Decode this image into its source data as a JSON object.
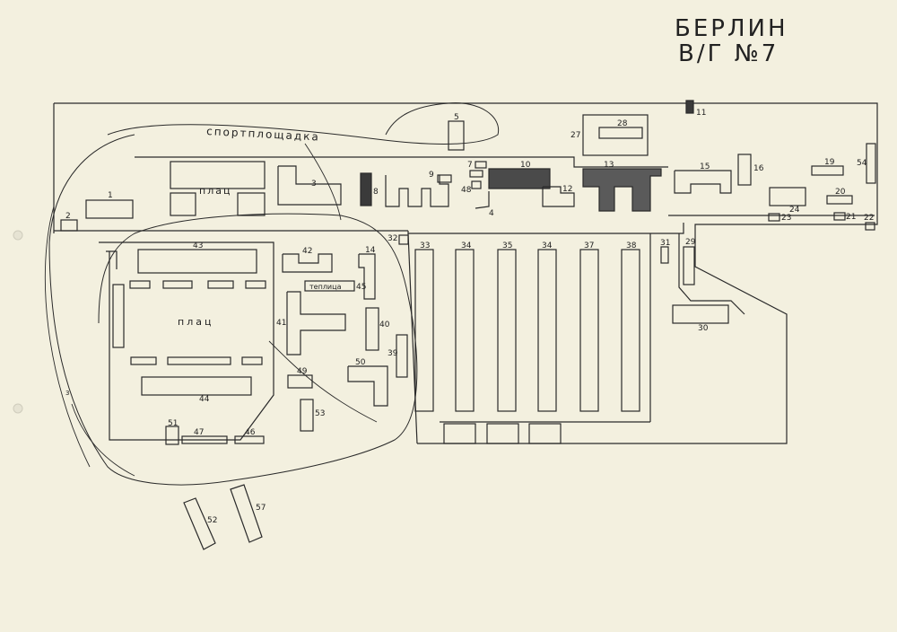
{
  "title": {
    "city": "БЕРЛИН",
    "code": "В/Г №7"
  },
  "labels": {
    "sport_ground": "спортплощадка",
    "parade_ground": "плац",
    "greenhouse": "теплица",
    "b1": "1",
    "b2": "2",
    "b3": "3",
    "b4": "4",
    "b5": "5",
    "b7": "7",
    "b8": "8",
    "b9": "9",
    "b10": "10",
    "b11": "11",
    "b12": "12",
    "b13": "13",
    "b14": "14",
    "b15": "15",
    "b16": "16",
    "b19": "19",
    "b20": "20",
    "b21": "21",
    "b22": "22",
    "b23": "23",
    "b24": "24",
    "b27": "27",
    "b28": "28",
    "b29": "29",
    "b30": "30",
    "b31": "31",
    "b32": "32",
    "b33": "33",
    "b34a": "34",
    "b35": "35",
    "b34b": "34",
    "b37": "37",
    "b38": "38",
    "b39": "39",
    "b40": "40",
    "b41": "41",
    "b42": "42",
    "b43": "43",
    "b44": "44",
    "b45": "45",
    "b46": "46",
    "b47": "47",
    "b48": "48",
    "b49": "49",
    "b50": "50",
    "b51": "51",
    "b52": "52",
    "b53": "53",
    "b54": "54",
    "b57": "57",
    "edge3": "3"
  },
  "colors": {
    "paper": "#f3f0df",
    "ink": "#2a2a2a",
    "fill_dark": "#3a3a3a"
  }
}
